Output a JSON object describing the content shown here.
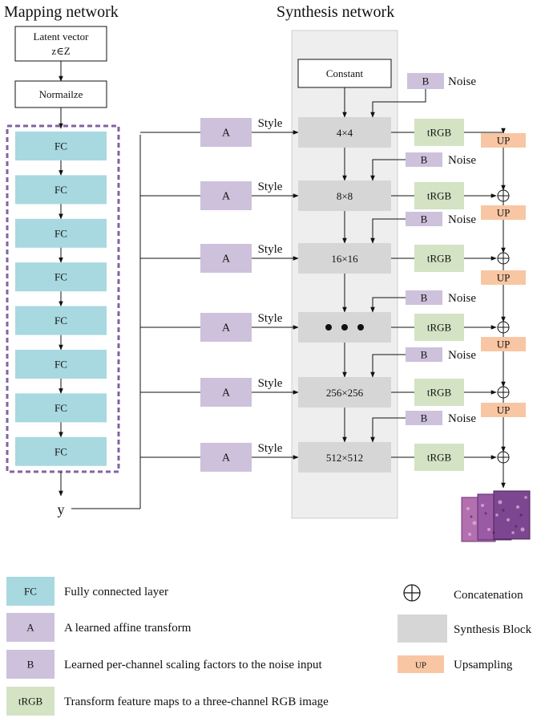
{
  "headings": {
    "mapping": "Mapping network",
    "synthesis": "Synthesis network"
  },
  "mapping": {
    "latent_line1": "Latent vector",
    "latent_line2": "z∈Z",
    "normalize": "Normailze",
    "fc_label": "FC",
    "fc_count": 8,
    "output": "y"
  },
  "synthesis": {
    "constant": "Constant",
    "style_label": "Style",
    "affine_label": "A",
    "noise_box": "B",
    "noise_label": "Noise",
    "trgb_label": "tRGB",
    "up_label": "UP",
    "blocks": [
      "4×4",
      "8×8",
      "16×16",
      "",
      "256×256",
      "512×512"
    ]
  },
  "legend": [
    {
      "box": "FC",
      "text": "Fully connected layer"
    },
    {
      "box": "A",
      "text": "A learned affine transform"
    },
    {
      "box": "B",
      "text": "Learned per-channel scaling factors to the noise input"
    },
    {
      "box": "tRGB",
      "text": "Transform feature maps to a three-channel RGB image"
    }
  ],
  "legend_right": [
    {
      "key": "concat",
      "text": "Concatenation"
    },
    {
      "key": "block",
      "text": "Synthesis Block"
    },
    {
      "key": "up",
      "box": "UP",
      "text": "Upsampling"
    }
  ],
  "colors": {
    "fc": "#a8d8e0",
    "affine": "#cdc1dc",
    "trgb": "#d3e3c4",
    "up": "#f8c6a3",
    "block": "#d6d6d6",
    "panel": "#eeeeee",
    "dash": "#8064a2"
  }
}
